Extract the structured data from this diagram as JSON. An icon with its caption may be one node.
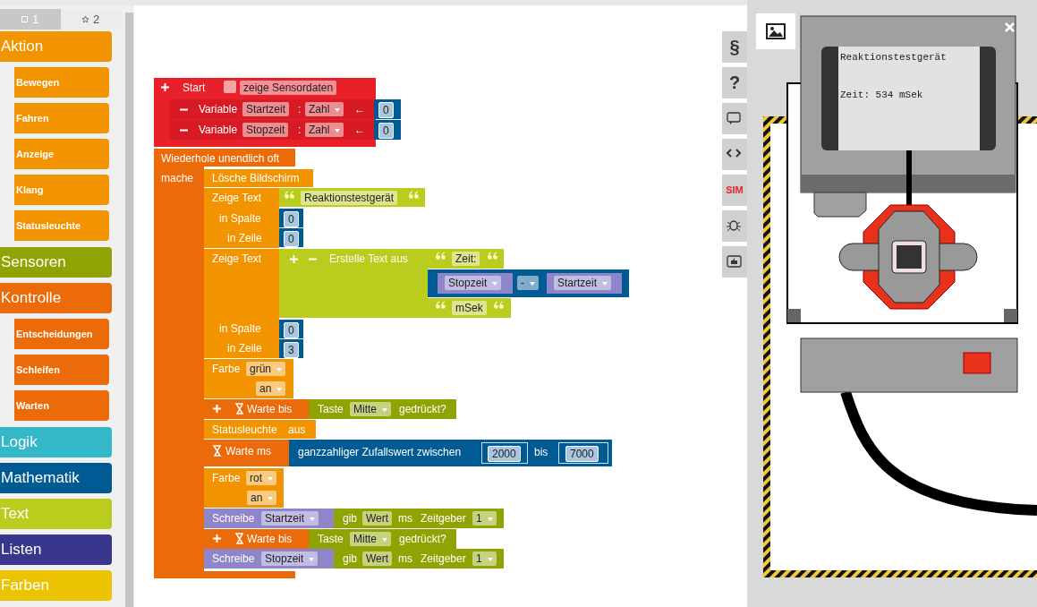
{
  "diagram": {
    "nodes": [
      {
        "text": [
          "1"
        ]
      },
      {
        "text": [
          "2"
        ]
      },
      {
        "text": [
          "Aktion"
        ]
      },
      {
        "text": [
          "Bewegen"
        ]
      },
      {
        "text": [
          "Fahren"
        ]
      },
      {
        "text": [
          "Anzeige"
        ]
      },
      {
        "text": [
          "Klang"
        ]
      },
      {
        "text": [
          "Statusleuchte"
        ]
      },
      {
        "text": [
          "Sensoren"
        ]
      },
      {
        "text": [
          "Kontrolle"
        ]
      },
      {
        "text": [
          "Entscheidungen"
        ]
      },
      {
        "text": [
          "Schleifen"
        ]
      },
      {
        "text": [
          "Warten"
        ]
      },
      {
        "text": [
          "Logik"
        ]
      },
      {
        "text": [
          "Mathematik"
        ]
      },
      {
        "text": [
          "Text"
        ]
      },
      {
        "text": [
          "Listen"
        ]
      },
      {
        "text": [
          "Farben"
        ]
      },
      {
        "text": [
          "Start",
          "zeige Sensordaten"
        ]
      },
      {
        "text": [
          "Variable",
          "Startzeit",
          ":",
          "Zahl",
          "←"
        ],
        "in": 18
      },
      {
        "text": [
          "0"
        ]
      },
      {
        "text": [
          "Variable",
          "Stopzeit",
          ":",
          "Zahl",
          "←"
        ],
        "in": 18
      },
      {
        "text": [
          "0"
        ]
      },
      {
        "text": [
          "Wiederhole unendlich oft",
          "mache"
        ]
      },
      {
        "text": [
          "Lösche Bildschirm"
        ],
        "in": 23
      },
      {
        "text": [
          "Zeige Text",
          "in Spalte",
          "in Zeile"
        ],
        "in": 23
      },
      {
        "text": [
          "Reaktionstestgerät"
        ]
      },
      {
        "text": [
          "0"
        ]
      },
      {
        "text": [
          "0"
        ]
      },
      {
        "text": [
          "Zeige Text",
          "in Spalte",
          "in Zeile"
        ],
        "in": 23
      },
      {
        "text": [
          "Erstelle Text aus"
        ]
      },
      {
        "text": [
          "Zeit:"
        ]
      },
      {
        "text": [
          "-"
        ]
      },
      {
        "text": [
          "Stopzeit"
        ],
        "in": 32
      },
      {
        "text": [
          "Startzeit"
        ],
        "in": 32
      },
      {
        "text": [
          "mSek"
        ]
      },
      {
        "text": [
          "0"
        ]
      },
      {
        "text": [
          "3"
        ]
      },
      {
        "text": [
          "Farbe",
          "grün",
          "an"
        ],
        "in": 23
      },
      {
        "text": [
          "Warte bis"
        ],
        "in": 23
      },
      {
        "text": [
          "Taste",
          "Mitte",
          "gedrückt?"
        ]
      },
      {
        "text": [
          "Statusleuchte",
          "aus"
        ],
        "in": 23
      },
      {
        "text": [
          "Warte ms"
        ],
        "in": 23
      },
      {
        "text": [
          "ganzzahliger Zufallswert zwischen",
          "bis"
        ]
      },
      {
        "text": [
          "2000"
        ],
        "in": 43
      },
      {
        "text": [
          "7000"
        ],
        "in": 43
      },
      {
        "text": [
          "Farbe",
          "rot",
          "an"
        ],
        "in": 23
      },
      {
        "text": [
          "Schreibe",
          "Startzeit"
        ],
        "in": 23
      },
      {
        "text": [
          "gib",
          "Wert",
          "ms",
          "Zeitgeber",
          "1"
        ]
      },
      {
        "text": [
          "Warte bis"
        ],
        "in": 23
      },
      {
        "text": [
          "Taste",
          "Mitte",
          "gedrückt?"
        ]
      },
      {
        "text": [
          "Schreibe",
          "Stopzeit"
        ],
        "in": 23
      },
      {
        "text": [
          "gib",
          "Wert",
          "ms",
          "Zeitgeber",
          "1"
        ]
      },
      {
        "text": [
          "Reaktionstestgerät",
          "Zeit: 534 mSek"
        ]
      }
    ],
    "labels": [
      "§",
      "?",
      "SIM"
    ]
  }
}
